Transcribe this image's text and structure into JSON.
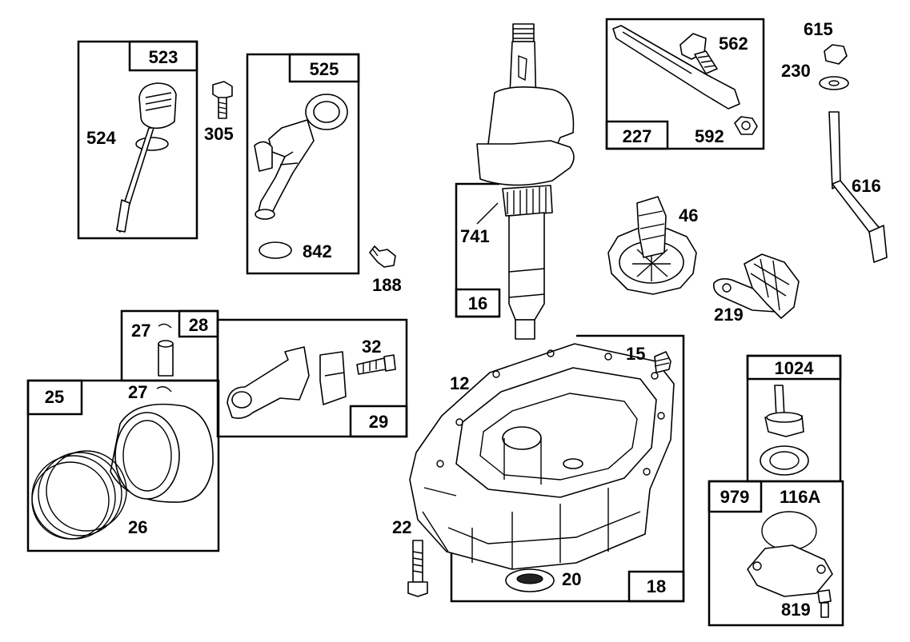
{
  "labels": {
    "p523": "523",
    "p524": "524",
    "p305": "305",
    "p525": "525",
    "p842": "842",
    "p188": "188",
    "p741": "741",
    "p16": "16",
    "p562": "562",
    "p227": "227",
    "p592": "592",
    "p615": "615",
    "p230": "230",
    "p616": "616",
    "p46": "46",
    "p219": "219",
    "p27a": "27",
    "p28": "28",
    "p32": "32",
    "p29": "29",
    "p25": "25",
    "p27b": "27",
    "p26": "26",
    "p12": "12",
    "p15": "15",
    "p22": "22",
    "p20": "20",
    "p18": "18",
    "p1024": "1024",
    "p979": "979",
    "p116a": "116A",
    "p819": "819"
  }
}
